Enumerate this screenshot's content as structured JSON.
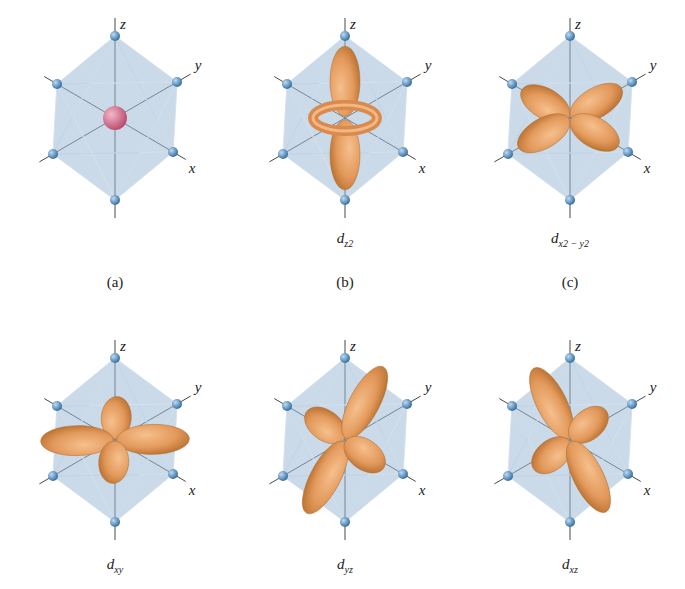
{
  "diagram": {
    "labels": [
      "z",
      "y",
      "x",
      "z",
      "y",
      "x",
      "z",
      "y",
      "x",
      "z",
      "y",
      "x",
      "z",
      "y",
      "x",
      "z",
      "y",
      "x",
      "dz2",
      "dx2 − y2",
      "(a)",
      "(b)",
      "(c)",
      "dxy",
      "dyz",
      "dxz"
    ]
  }
}
